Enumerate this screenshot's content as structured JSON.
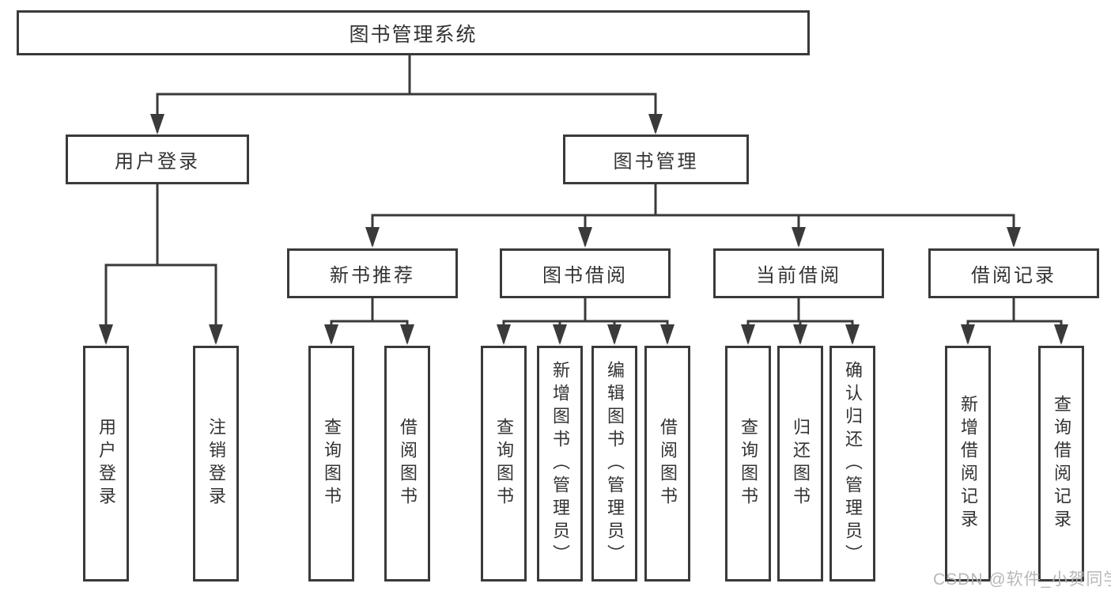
{
  "title": "图书管理系统",
  "tree": {
    "root": "图书管理系统",
    "branches": [
      {
        "label": "用户登录",
        "children": [
          "用户登录",
          "注销登录"
        ]
      },
      {
        "label": "图书管理",
        "sections": [
          {
            "label": "新书推荐",
            "children": [
              "查询图书",
              "借阅图书"
            ]
          },
          {
            "label": "图书借阅",
            "children": [
              "查询图书",
              "新增图书（管理员）",
              "编辑图书（管理员）",
              "借阅图书"
            ]
          },
          {
            "label": "当前借阅",
            "children": [
              "查询图书",
              "归还图书",
              "确认归还（管理员）"
            ]
          },
          {
            "label": "借阅记录",
            "children": [
              "新增借阅记录",
              "查询借阅记录"
            ]
          }
        ]
      }
    ]
  },
  "watermark": {
    "text": "CSDN @软件_小贺同学"
  },
  "colors": {
    "line": "#3a3a3a",
    "box_border": "#3a3a3a",
    "text": "#333333",
    "watermark": "#b2b2b2",
    "background": "#ffffff"
  }
}
